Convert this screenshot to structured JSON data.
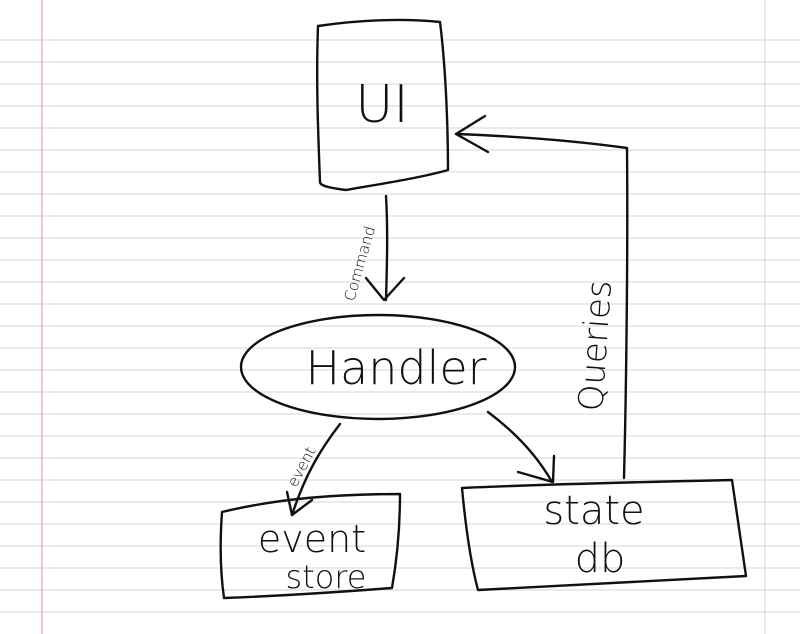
{
  "paper": {
    "line_color": "#d6d6de",
    "margin_color": "#e8a0a8",
    "ink_color": "#111111"
  },
  "nodes": {
    "ui": "UI",
    "handler": "Handler",
    "event_store_line1": "event",
    "event_store_line2": "store",
    "state_db_line1": "state",
    "state_db_line2": "db"
  },
  "edges": {
    "command": "Command",
    "queries": "Queries",
    "event": "event"
  }
}
